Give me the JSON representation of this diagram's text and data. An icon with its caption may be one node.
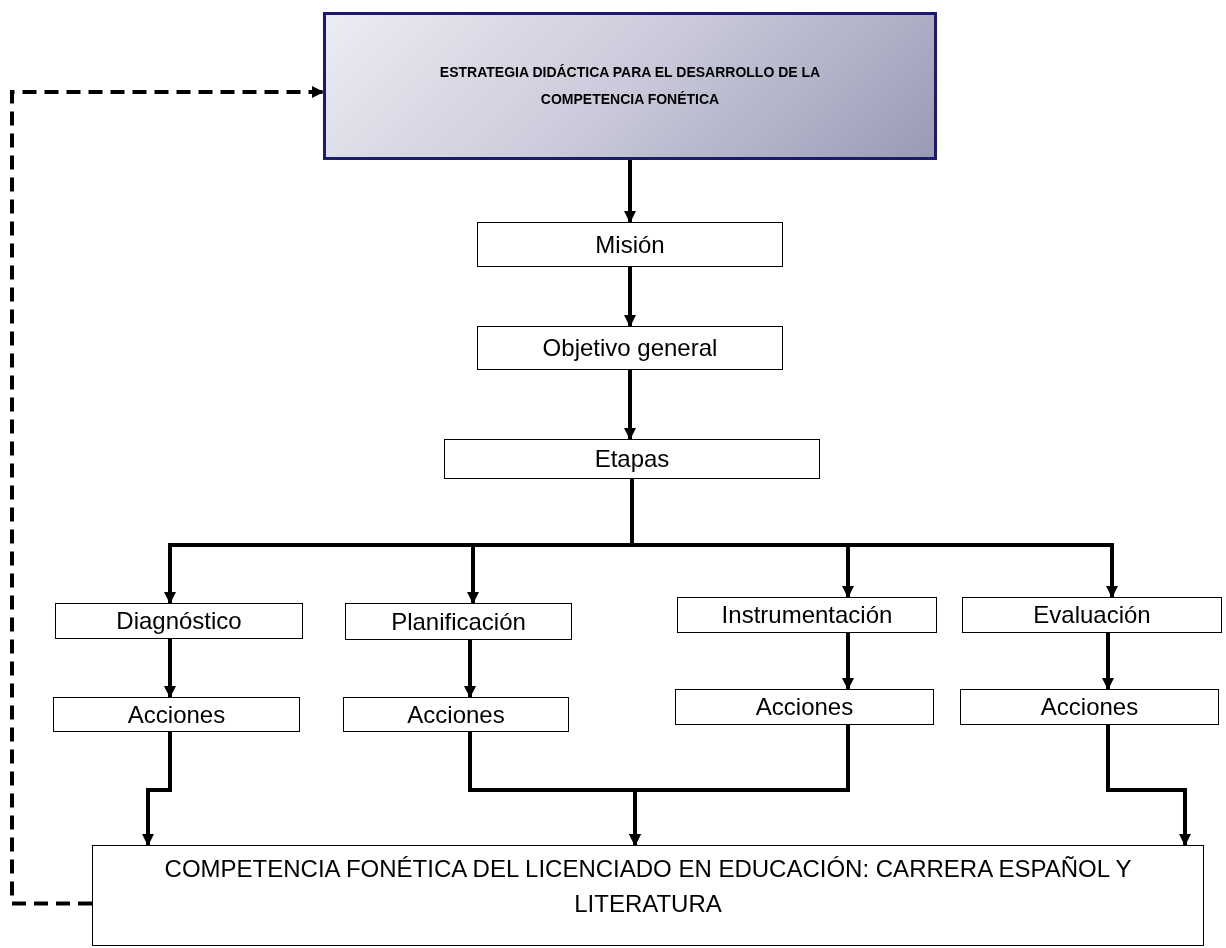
{
  "diagram": {
    "nodes": [
      {
        "text": [
          "ESTRATEGIA DIDÁCTICA PARA EL DESARROLLO DE LA COMPETENCIA FONÉTICA"
        ]
      },
      {
        "text": [
          "Misión"
        ]
      },
      {
        "text": [
          "Objetivo general"
        ]
      },
      {
        "text": [
          "Etapas"
        ]
      },
      {
        "text": [
          "Diagnóstico"
        ]
      },
      {
        "text": [
          "Acciones"
        ]
      },
      {
        "text": [
          "Planificación"
        ]
      },
      {
        "text": [
          "Acciones"
        ]
      },
      {
        "text": [
          "Instrumentación"
        ]
      },
      {
        "text": [
          "Acciones"
        ]
      },
      {
        "text": [
          "Evaluación"
        ]
      },
      {
        "text": [
          "Acciones"
        ]
      },
      {
        "text": [
          "COMPETENCIA FONÉTICA DEL LICENCIADO EN EDUCACIÓN: CARRERA ESPAÑOL Y LITERATURA"
        ]
      }
    ],
    "edges": [
      {
        "from": 0,
        "to": 1,
        "arrow": "to"
      },
      {
        "from": 1,
        "to": 2,
        "arrow": "to"
      },
      {
        "from": 2,
        "to": 3,
        "arrow": "to"
      },
      {
        "from": 3,
        "to": 4,
        "arrow": "to"
      },
      {
        "from": 3,
        "to": 6,
        "arrow": "to"
      },
      {
        "from": 3,
        "to": 8,
        "arrow": "to"
      },
      {
        "from": 3,
        "to": 10,
        "arrow": "to"
      },
      {
        "from": 4,
        "to": 5,
        "arrow": "to"
      },
      {
        "from": 6,
        "to": 7,
        "arrow": "to"
      },
      {
        "from": 8,
        "to": 9,
        "arrow": "to"
      },
      {
        "from": 10,
        "to": 11,
        "arrow": "to"
      },
      {
        "from": 5,
        "to": 12,
        "arrow": "to"
      },
      {
        "from": 7,
        "to": 12,
        "arrow": "to"
      },
      {
        "from": 9,
        "to": 12,
        "arrow": "to"
      },
      {
        "from": 11,
        "to": 12,
        "arrow": "to"
      },
      {
        "from": 12,
        "to": 0,
        "arrow": "to",
        "style": "dashed"
      }
    ]
  }
}
